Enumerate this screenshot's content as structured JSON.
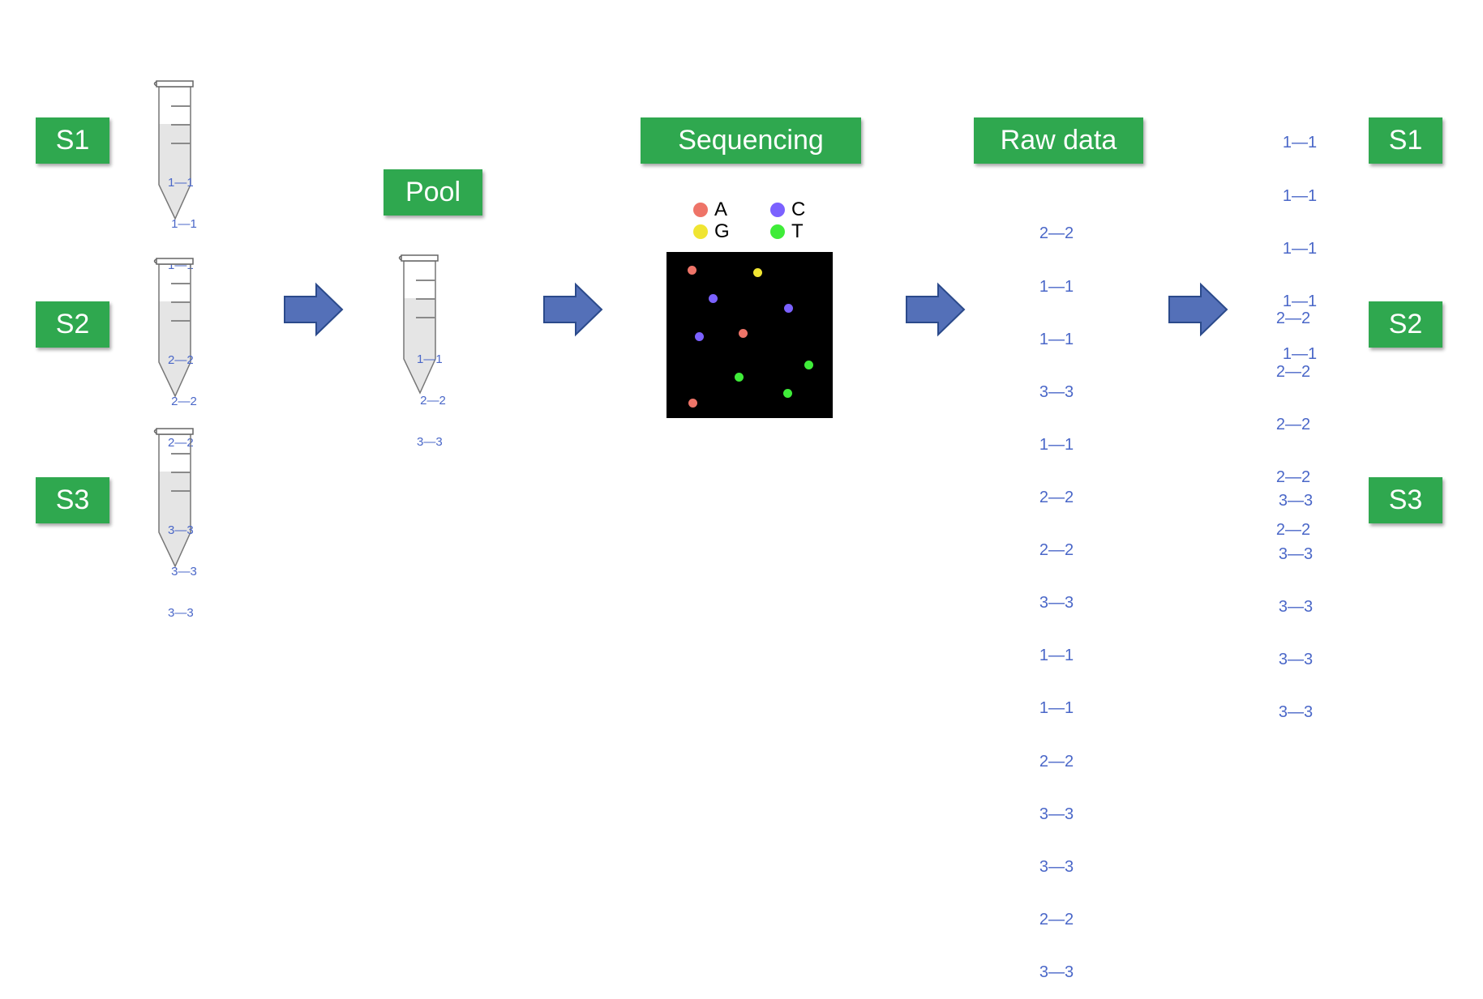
{
  "labels": {
    "left_s1": "S1",
    "left_s2": "S2",
    "left_s3": "S3",
    "pool": "Pool",
    "sequencing": "Sequencing",
    "raw_data": "Raw data",
    "right_s1": "S1",
    "right_s2": "S2",
    "right_s3": "S3"
  },
  "tubes": {
    "s1": [
      "1—1",
      " 1—1",
      "1—1"
    ],
    "s2": [
      "2—2",
      " 2—2",
      "2—2"
    ],
    "s3": [
      "3—3",
      " 3—3",
      "3—3"
    ],
    "pool": [
      "1—1",
      " 2—2",
      "3—3"
    ]
  },
  "legend": [
    {
      "base": "A",
      "color": "#ee7468"
    },
    {
      "base": "C",
      "color": "#7b61ff"
    },
    {
      "base": "G",
      "color": "#f0e532"
    },
    {
      "base": "T",
      "color": "#3fec39"
    }
  ],
  "raw_reads": [
    "2—2",
    "1—1",
    "1—1",
    "3—3",
    "1—1",
    "2—2",
    "2—2",
    "3—3",
    "1—1",
    "1—1",
    "2—2",
    "3—3",
    "3—3",
    "2—2",
    "3—3"
  ],
  "demux": {
    "s1": [
      "1—1",
      "1—1",
      "1—1",
      "1—1",
      "1—1"
    ],
    "s2": [
      "2—2",
      "2—2",
      "2—2",
      "2—2",
      "2—2"
    ],
    "s3": [
      "3—3",
      "3—3",
      "3—3",
      "3—3",
      "3—3"
    ]
  },
  "colors": {
    "label_bg": "#2fa84f",
    "label_text": "#ffffff",
    "arrow_fill": "#5470b8",
    "arrow_stroke": "#2b4a8b",
    "read_text": "#4a67c8",
    "sequencer_bg": "#000000"
  }
}
